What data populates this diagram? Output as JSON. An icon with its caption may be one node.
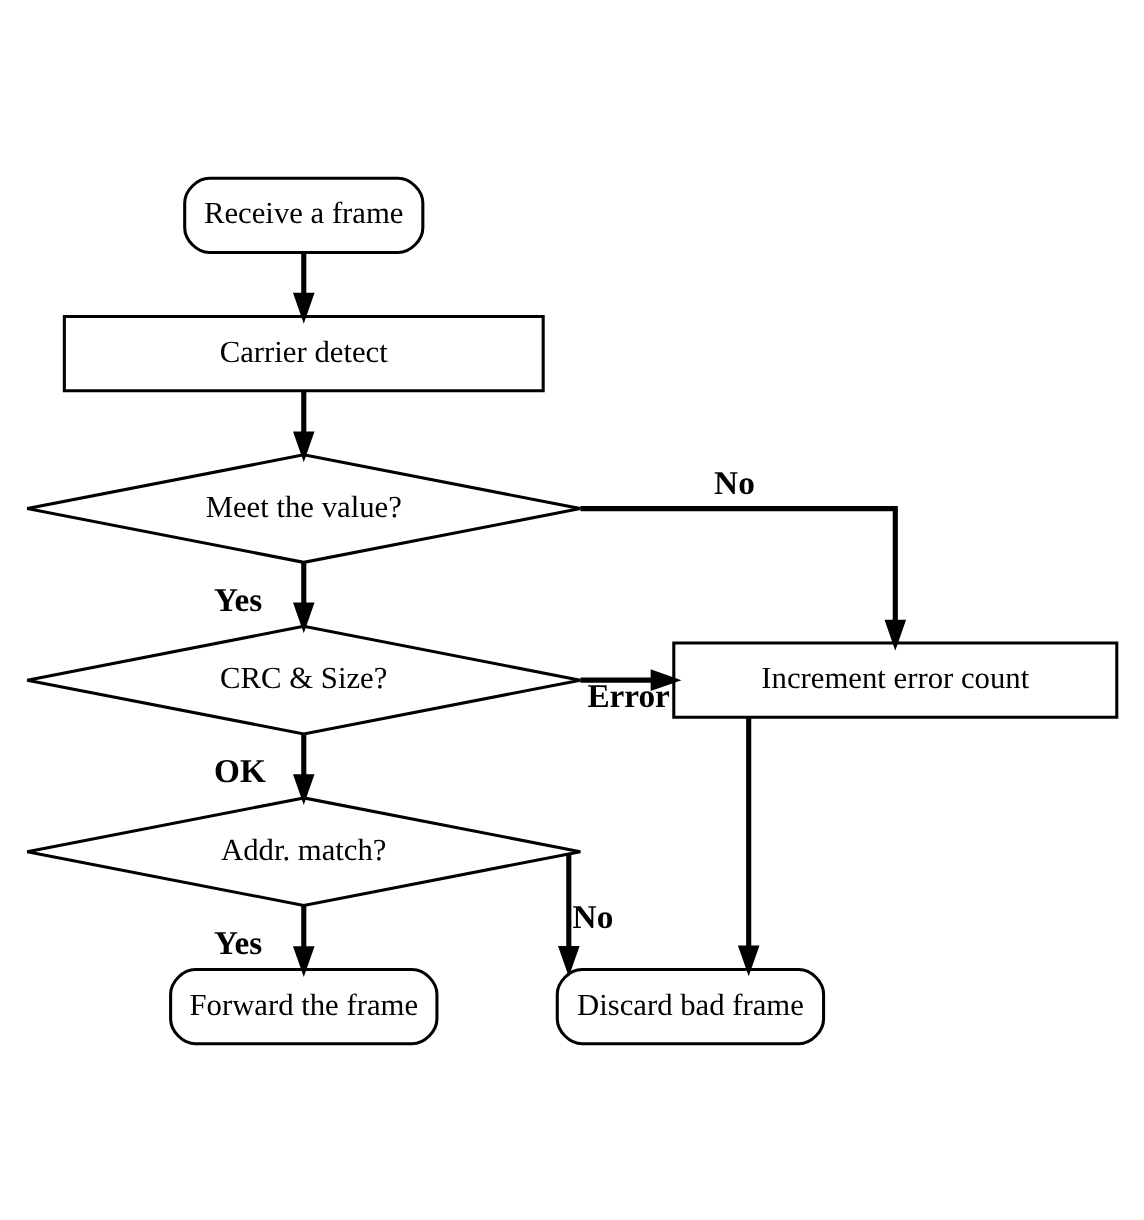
{
  "diagram": {
    "nodes": [
      {
        "text": [
          "Receive a frame"
        ]
      },
      {
        "text": [
          "Carrier detect"
        ]
      },
      {
        "text": [
          "Meet the value?"
        ]
      },
      {
        "text": [
          "CRC & Size?"
        ]
      },
      {
        "text": [
          "Addr. match?"
        ]
      },
      {
        "text": [
          "Forward the frame"
        ]
      },
      {
        "text": [
          "Increment error count"
        ]
      },
      {
        "text": [
          "Discard bad frame"
        ]
      }
    ],
    "edges": [
      {
        "from": 0,
        "to": 1,
        "arrow": "to"
      },
      {
        "from": 1,
        "to": 2,
        "arrow": "to"
      },
      {
        "from": 2,
        "to": 3,
        "arrow": "to",
        "label": "Yes"
      },
      {
        "from": 3,
        "to": 4,
        "arrow": "to",
        "label": "OK"
      },
      {
        "from": 4,
        "to": 5,
        "arrow": "to",
        "label": "Yes"
      },
      {
        "from": 2,
        "to": 6,
        "arrow": "to",
        "label": "No"
      },
      {
        "from": 3,
        "to": 6,
        "arrow": "to",
        "label": "Error"
      },
      {
        "from": 4,
        "to": 7,
        "arrow": "to",
        "label": "No"
      },
      {
        "from": 6,
        "to": 7,
        "arrow": "to"
      }
    ]
  }
}
